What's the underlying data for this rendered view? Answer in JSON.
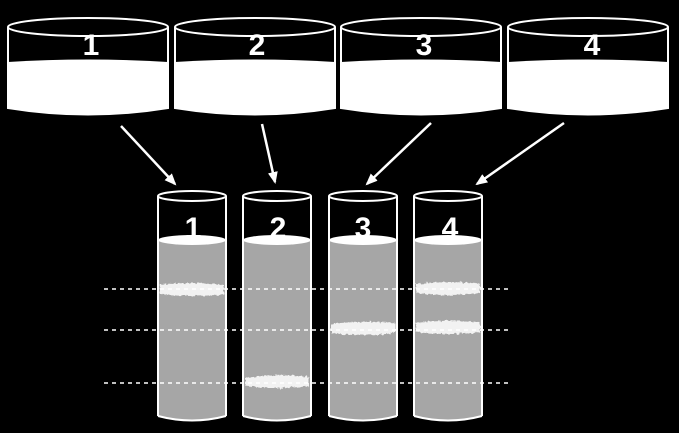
{
  "colors": {
    "background": "#000000",
    "outline": "#ffffff",
    "sample_liquid": "#ffffff",
    "tube_gradient": "#a6a6a6",
    "band": "#f2f2f2",
    "guide_line": "#ffffff"
  },
  "sample_containers": [
    {
      "label": "1",
      "target_tube": "1"
    },
    {
      "label": "2",
      "target_tube": "2"
    },
    {
      "label": "3",
      "target_tube": "3"
    },
    {
      "label": "4",
      "target_tube": "4"
    }
  ],
  "tubes": [
    {
      "label": "1",
      "bands_at_guide_lines": [
        1
      ]
    },
    {
      "label": "2",
      "bands_at_guide_lines": [
        3
      ]
    },
    {
      "label": "3",
      "bands_at_guide_lines": [
        2
      ]
    },
    {
      "label": "4",
      "bands_at_guide_lines": [
        1,
        2
      ]
    }
  ],
  "guide_line_count": 3,
  "guide_line_style": "dashed"
}
